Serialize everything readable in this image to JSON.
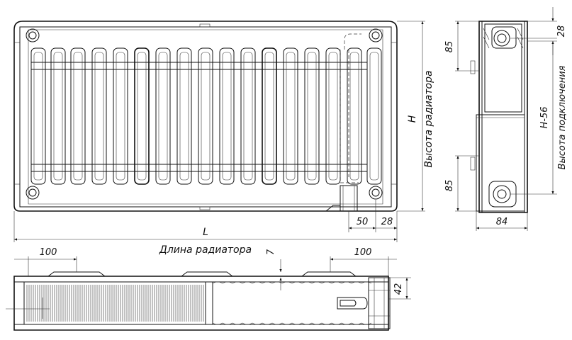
{
  "front_view": {
    "label_height": "H",
    "label_height_caption": "Высота радиатора",
    "label_length": "L",
    "label_length_caption": "Длина радиатора",
    "dim_50": "50",
    "dim_28": "28"
  },
  "side_view": {
    "dim_top": "28",
    "dim_85_top": "85",
    "dim_85_bottom": "85",
    "dim_depth": "84",
    "label_connection": "H-56",
    "label_connection_caption": "Высота подключения"
  },
  "top_view": {
    "dim_left": "100",
    "dim_right": "100",
    "dim_7": "7",
    "dim_42": "42"
  }
}
